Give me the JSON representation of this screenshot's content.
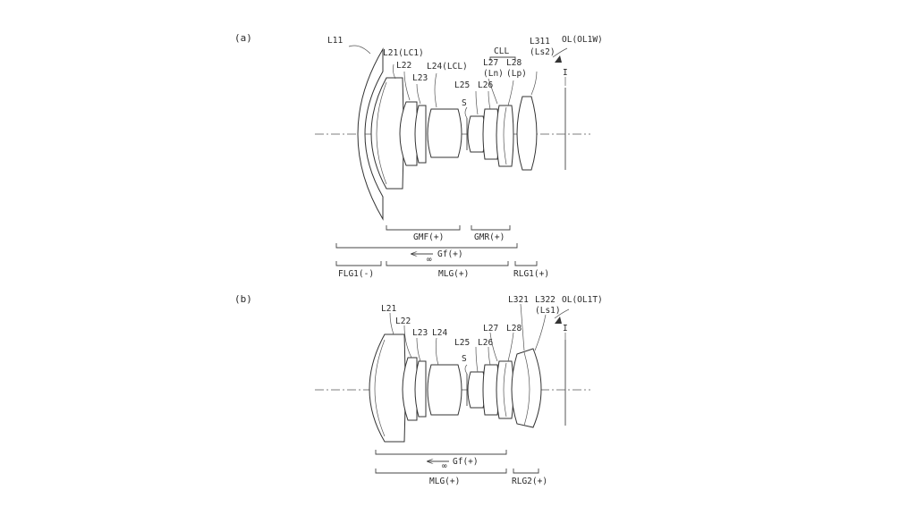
{
  "panel_a": {
    "tag": "(a)",
    "labels": {
      "L11": "L11",
      "L21": "L21(LC1)",
      "L22": "L22",
      "L23": "L23",
      "L24": "L24(LCL)",
      "L25": "L25",
      "L26": "L26",
      "L27": "L27",
      "L27sub": "(Ln)",
      "L28": "L28",
      "L28sub": "(Lp)",
      "CLL": "CLL",
      "L311": "L311",
      "L311sub": "(Ls2)",
      "OL": "OL(OL1W)",
      "S": "S",
      "I": "I"
    },
    "groups": {
      "GMF": "GMF(+)",
      "GMR": "GMR(+)",
      "Gf": "Gf(+)",
      "inf": "∞",
      "FLG1": "FLG1(-)",
      "MLG": "MLG(+)",
      "RLG1": "RLG1(+)"
    }
  },
  "panel_b": {
    "tag": "(b)",
    "labels": {
      "L21": "L21",
      "L22": "L22",
      "L23": "L23",
      "L24": "L24",
      "L25": "L25",
      "L26": "L26",
      "L27": "L27",
      "L28": "L28",
      "L321": "L321",
      "L322": "L322",
      "L322sub": "(Ls1)",
      "OL": "OL(OL1T)",
      "S": "S",
      "I": "I"
    },
    "groups": {
      "Gf": "Gf(+)",
      "inf": "∞",
      "MLG": "MLG(+)",
      "RLG2": "RLG2(+)"
    }
  }
}
